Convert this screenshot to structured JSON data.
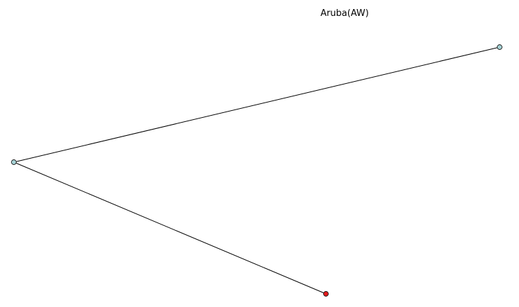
{
  "title": "Aruba(AW)",
  "colors": {
    "background": "#ffffff",
    "edge": "#000000",
    "node_default": "#a6d3d6",
    "node_highlight": "#e31a1c",
    "node_outline": "#1a1a1a"
  },
  "nodes": [
    {
      "id": "node-a",
      "role": "default"
    },
    {
      "id": "node-b",
      "role": "default"
    },
    {
      "id": "node-c",
      "role": "highlight"
    }
  ],
  "edges": [
    {
      "from": "node-b",
      "to": "node-a"
    },
    {
      "from": "node-b",
      "to": "node-c"
    }
  ]
}
